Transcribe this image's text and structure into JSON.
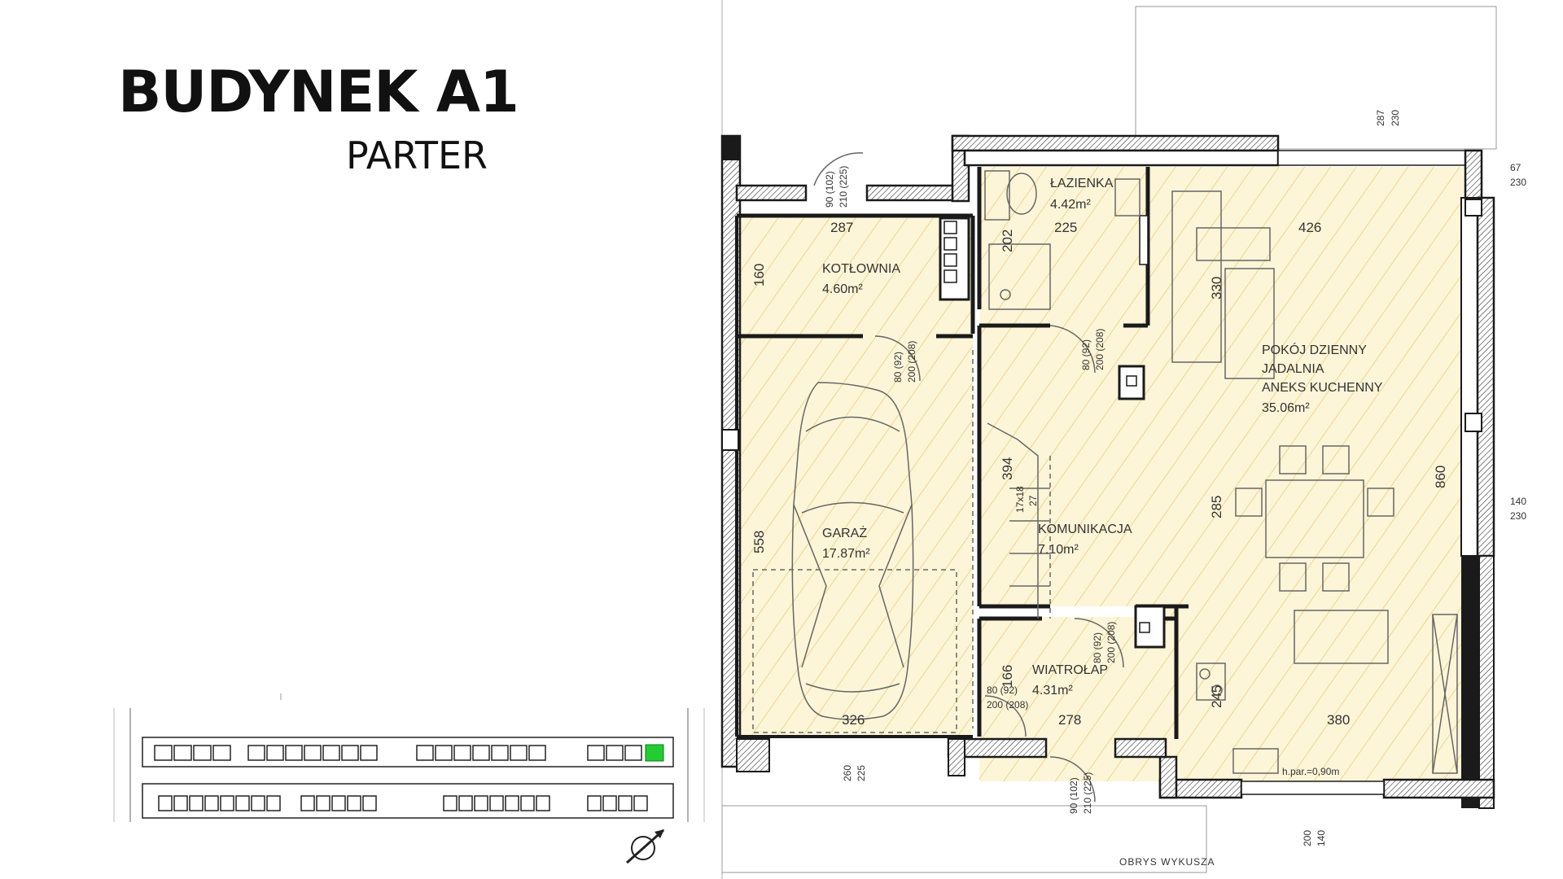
{
  "header": {
    "title": "BUDYNEK A1",
    "subtitle": "PARTER"
  },
  "rooms": {
    "kotlownia": {
      "name": "KOTŁOWNIA",
      "area": "4.60m²"
    },
    "lazienka": {
      "name": "ŁAZIENKA",
      "area": "4.42m²"
    },
    "garaz": {
      "name": "GARAŻ",
      "area": "17.87m²"
    },
    "komunikacja": {
      "name": "KOMUNIKACJA",
      "area": "7.10m²"
    },
    "wiatrolap": {
      "name": "WIATROŁAP",
      "area": "4.31m²"
    },
    "pokoj": {
      "name1": "POKÓJ DZIENNY",
      "name2": "JADALNIA",
      "name3": "ANEKS KUCHENNY",
      "area": "35.06m²"
    }
  },
  "dimensions": {
    "d287": "287",
    "d225": "225",
    "d426": "426",
    "d160": "160",
    "d202": "202",
    "d330": "330",
    "d394": "394",
    "d285": "285",
    "d860": "860",
    "d558": "558",
    "d326": "326",
    "d278": "278",
    "d380": "380",
    "d166": "166",
    "d245": "245",
    "r287": "287",
    "r230a": "230",
    "r67": "67",
    "r230b": "230",
    "r140": "140",
    "r230c": "230",
    "b260": "260",
    "b225": "225",
    "b200": "200",
    "b140": "140"
  },
  "doors": {
    "top": {
      "w": "90 (102)",
      "h": "210 (225)"
    },
    "bottom": {
      "w": "90 (102)",
      "h": "210 (225)"
    },
    "kotlownia": {
      "w": "80 (92)",
      "h": "200 (208)"
    },
    "lazienka": {
      "w": "80 (92)",
      "h": "200 (208)"
    },
    "wiatrolap": {
      "w": "80 (92)",
      "h": "200 (208)"
    },
    "garaz": {
      "w": "80 (92)",
      "h": "200 (208)"
    }
  },
  "stairs": {
    "spec": "17x18",
    "count": "27"
  },
  "notes": {
    "window_height": "h.par.=0,90m",
    "bay_outline": "OBRYS WYKUSZA"
  },
  "colors": {
    "floor_fill": "#fdf5d8",
    "hatch": "#ecd68c",
    "wall": "#1a1a1a",
    "highlight": "#22cc33"
  }
}
